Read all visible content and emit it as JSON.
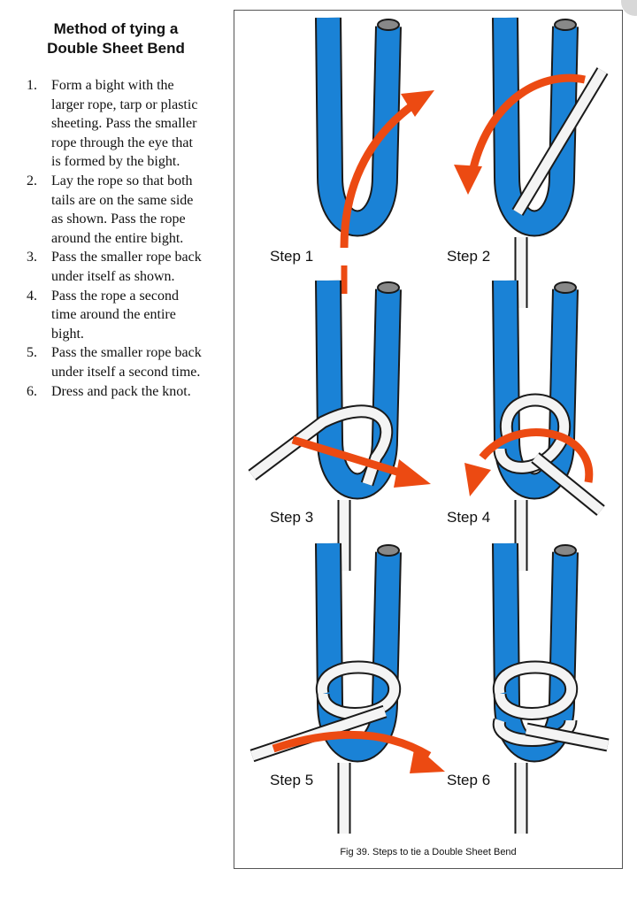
{
  "title": {
    "line1": "Method of tying a",
    "line2": "Double Sheet Bend"
  },
  "steps": [
    {
      "num": "1.",
      "lines": [
        "Form a bight with the",
        "larger rope, tarp or plastic",
        "sheeting. Pass the smaller",
        "rope through the eye that",
        "is formed by the bight."
      ]
    },
    {
      "num": "2.",
      "lines": [
        "Lay the rope so that both",
        "tails are on the same side",
        "as shown. Pass the rope",
        "around the entire bight."
      ]
    },
    {
      "num": "3.",
      "lines": [
        "Pass the smaller rope back",
        "under itself as shown."
      ]
    },
    {
      "num": "4.",
      "lines": [
        "Pass the rope a second",
        "time around the entire",
        "bight."
      ]
    },
    {
      "num": "5.",
      "lines": [
        "Pass the smaller rope back",
        "under itself a second time."
      ]
    },
    {
      "num": "6.",
      "lines": [
        "Dress and pack the knot."
      ]
    }
  ],
  "figure": {
    "step_labels": [
      "Step 1",
      "Step 2",
      "Step 3",
      "Step 4",
      "Step 5",
      "Step 6"
    ],
    "caption": "Fig 39. Steps to tie a Double Sheet Bend"
  },
  "colors": {
    "blue_rope": "#1a82d6",
    "white_rope": "#f4f4f4",
    "arrow": "#ec4a12",
    "outline": "#1a1a1a"
  }
}
